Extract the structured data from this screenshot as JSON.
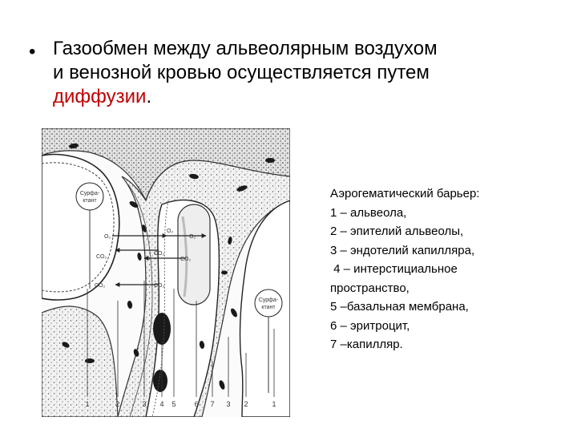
{
  "bullet": {
    "line1": "Газообмен между альвеолярным воздухом",
    "line2": "и венозной кровью осуществляется путем",
    "highlight": "диффузии",
    "end": "."
  },
  "colors": {
    "accent": "#c00000"
  },
  "figure": {
    "surf_left": [
      "Сурфа-",
      "ктант"
    ],
    "surf_right": [
      "Сурфа-",
      "ктант"
    ],
    "gas": {
      "o2": "O₂",
      "co2": "CO₂"
    },
    "numbers": [
      "1",
      "2",
      "3",
      "4",
      "5",
      "6",
      "7",
      "3",
      "2",
      "1"
    ]
  },
  "legend": {
    "title": "Аэрогематический барьер:",
    "items": [
      "1 – альвеола,",
      "2 – эпителий альвеолы,",
      "3 – эндотелий капилляра,",
      " 4 – интерстициальное",
      "пространство,",
      "5 –базальная мембрана,",
      "6 – эритроцит,",
      "7 –капилляр."
    ]
  }
}
